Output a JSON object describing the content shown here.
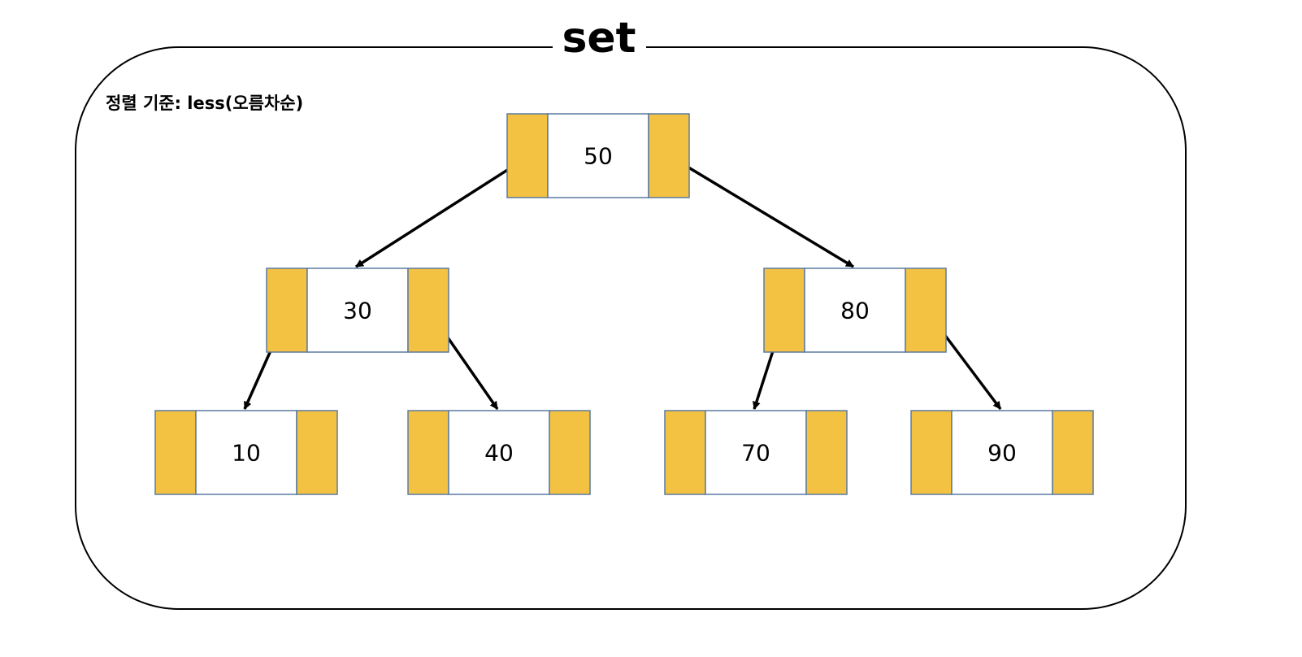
{
  "diagram": {
    "title": "set",
    "sort_criteria": "정렬 기준: less(오름차순)",
    "colors": {
      "pointer_cell": "#F4C242",
      "value_cell": "#FFFFFF",
      "cell_border": "#5B7BA0",
      "frame": "#000000",
      "edge": "#000000"
    },
    "nodes": [
      {
        "id": "n50",
        "value": "50",
        "left_child": "n30",
        "right_child": "n80"
      },
      {
        "id": "n30",
        "value": "30",
        "left_child": "n10",
        "right_child": "n40"
      },
      {
        "id": "n80",
        "value": "80",
        "left_child": "n70",
        "right_child": "n90"
      },
      {
        "id": "n10",
        "value": "10",
        "left_child": null,
        "right_child": null
      },
      {
        "id": "n40",
        "value": "40",
        "left_child": null,
        "right_child": null
      },
      {
        "id": "n70",
        "value": "70",
        "left_child": null,
        "right_child": null
      },
      {
        "id": "n90",
        "value": "90",
        "left_child": null,
        "right_child": null
      }
    ]
  }
}
